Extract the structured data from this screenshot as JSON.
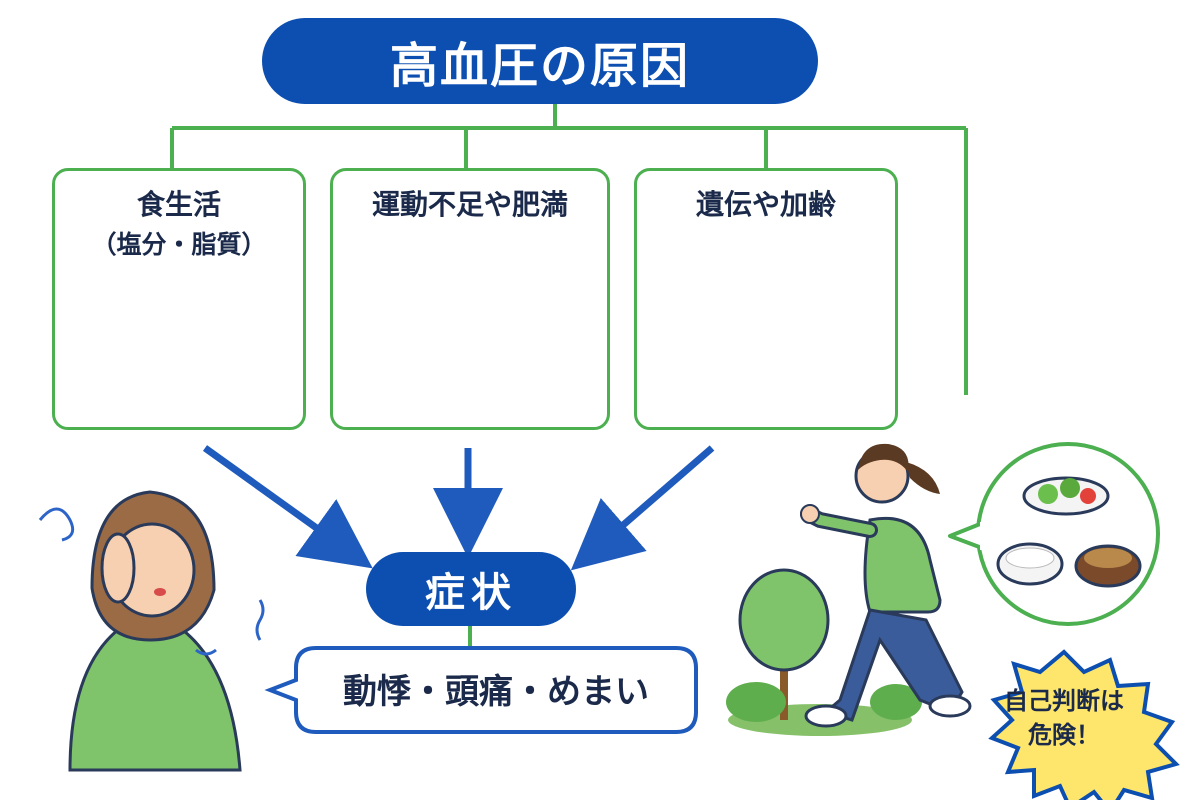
{
  "title": "高血圧の原因",
  "causes": [
    {
      "line1": "食生活",
      "line2": "（塩分・脂質）"
    },
    {
      "line1": "運動不足や肥満"
    },
    {
      "line1": "遺伝や加齢"
    }
  ],
  "symptom": {
    "label": "症状",
    "description": "動悸・頭痛・めまい"
  },
  "warning": {
    "line1": "自己判断は",
    "line2": "危険！"
  },
  "colors": {
    "primary_blue": "#0d4fb0",
    "frame_green": "#4caf50",
    "warning_yellow": "#fde66b"
  },
  "icons": [
    "ramen-bowl-icon",
    "steak-plate-icon",
    "pickles-dish-icon",
    "sitting-person-on-sofa-icon",
    "dna-helix-icon",
    "young-man-icon",
    "elderly-man-icon",
    "dizzy-woman-icon",
    "jogging-woman-icon",
    "tree-icon",
    "healthy-meal-bubble-icon"
  ]
}
